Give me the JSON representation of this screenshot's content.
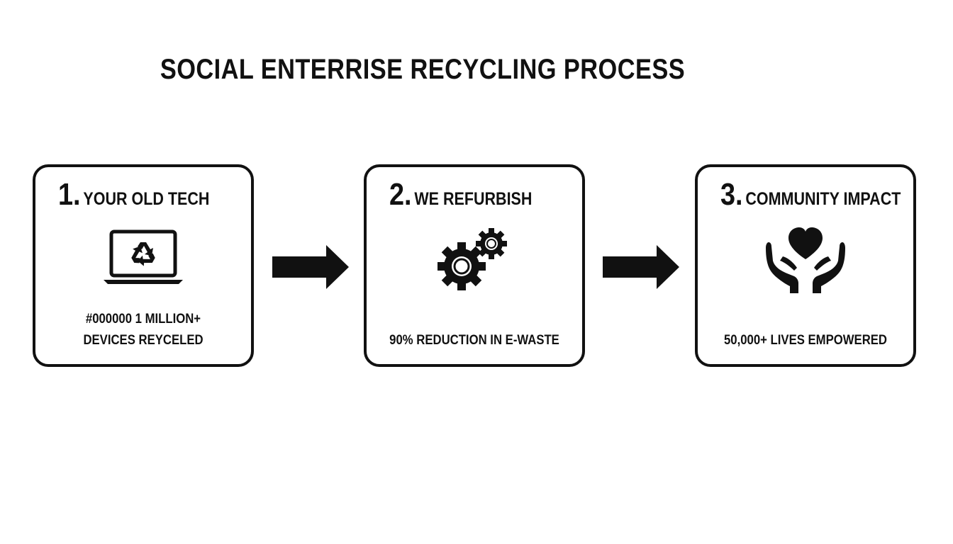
{
  "title": "SOCIAL ENTERRISE RECYCLING PROCESS",
  "steps": [
    {
      "number": "1.",
      "title": "YOUR OLD TECH",
      "icon": "laptop-recycle-icon",
      "caption_line1": "#000000 1 MILLION+",
      "caption_line2": "DEVICES REYCELED"
    },
    {
      "number": "2.",
      "title": "WE REFURBISH",
      "icon": "gears-icon",
      "caption_line1": "90% REDUCTION IN E-WASTE"
    },
    {
      "number": "3.",
      "title": "COMMUNITY IMPACT",
      "icon": "hands-heart-icon",
      "caption_line1": "50,000+ LIVES EMPOWERED"
    }
  ],
  "colors": {
    "ink": "#111111",
    "background": "#ffffff"
  }
}
